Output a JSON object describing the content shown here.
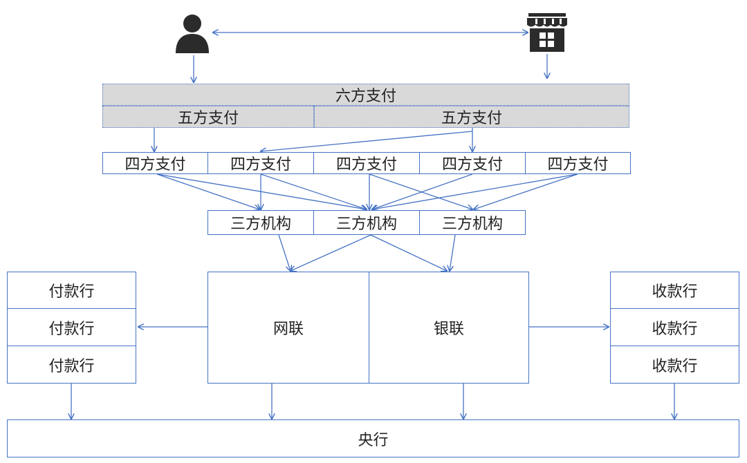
{
  "colors": {
    "line": "#4472c4",
    "shade": "#d9d9d9",
    "icon": "#2b2b2b"
  },
  "icons": {
    "payer": "person-icon",
    "merchant": "store-icon"
  },
  "six_party": "六方支付",
  "five_party": [
    "五方支付",
    "五方支付"
  ],
  "four_party": [
    "四方支付",
    "四方支付",
    "四方支付",
    "四方支付",
    "四方支付"
  ],
  "third_party": [
    "三方机构",
    "三方机构",
    "三方机构"
  ],
  "networks": [
    "网联",
    "银联"
  ],
  "payer_banks": [
    "付款行",
    "付款行",
    "付款行"
  ],
  "payee_banks": [
    "收款行",
    "收款行",
    "收款行"
  ],
  "central_bank": "央行"
}
